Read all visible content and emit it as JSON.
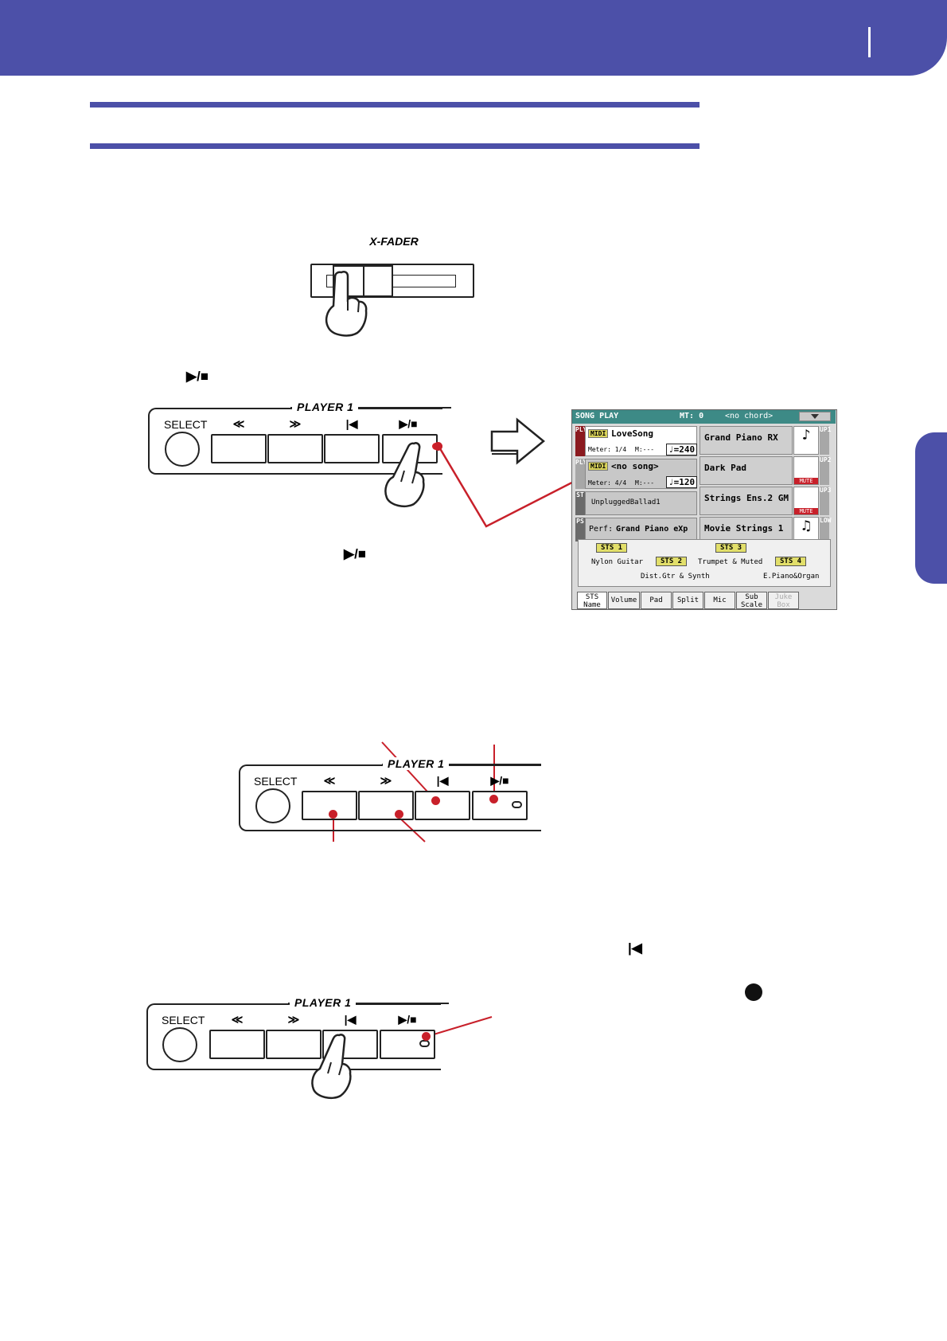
{
  "xfader": {
    "label": "X-FADER"
  },
  "steps": {
    "play_stop_symbol": "▶/■",
    "play_stop_symbol_2": "▶/■",
    "home_symbol": "|◀"
  },
  "player": {
    "title": "PLAYER 1",
    "select_label": "SELECT",
    "rewind_label": "≪",
    "forward_label": "≫",
    "home_label": "|◀",
    "play_stop_label": "▶/■"
  },
  "display": {
    "header": {
      "mode": "SONG PLAY",
      "mt": "MT: 0",
      "chord": "<no chord>"
    },
    "ply1": {
      "label": "PLY1",
      "midi": "MIDI",
      "song": "LoveSong",
      "meter": "Meter: 1/4",
      "measure": "M:---",
      "tempo": "♩=240"
    },
    "ply2": {
      "label": "PLY2",
      "midi": "MIDI",
      "song": "<no song>",
      "meter": "Meter: 4/4",
      "measure": "M:---",
      "tempo": "♩=120"
    },
    "st": {
      "label": "ST",
      "name": "UnpluggedBallad1"
    },
    "ps": {
      "label": "PS",
      "prefix": "Perf:",
      "name": "Grand Piano eXp"
    },
    "sounds": [
      {
        "track": "UP1",
        "name": "Grand Piano RX",
        "mute": ""
      },
      {
        "track": "UP2",
        "name": "Dark Pad",
        "mute": "MUTE"
      },
      {
        "track": "UP3",
        "name": "Strings Ens.2 GM",
        "mute": "MUTE"
      },
      {
        "track": "LOW",
        "name": "Movie Strings 1",
        "mute": ""
      }
    ],
    "sts": {
      "sts1": "STS 1",
      "sts2": "STS 2",
      "sts3": "STS 3",
      "sts4": "STS 4",
      "name1": "Nylon Guitar",
      "name2": "Dist.Gtr & Synth",
      "name3": "Trumpet & Muted",
      "name4": "E.Piano&Organ"
    },
    "tabs": [
      {
        "line1": "STS",
        "line2": "Name"
      },
      {
        "line1": "Volume",
        "line2": ""
      },
      {
        "line1": "Pad",
        "line2": ""
      },
      {
        "line1": "Split",
        "line2": ""
      },
      {
        "line1": "Mic",
        "line2": ""
      },
      {
        "line1": "Sub",
        "line2": "Scale"
      },
      {
        "line1": "Juke",
        "line2": "Box"
      }
    ]
  },
  "colors": {
    "accent": "#4c50a8",
    "callout": "#c8202a",
    "display_header": "#3d8a86"
  }
}
